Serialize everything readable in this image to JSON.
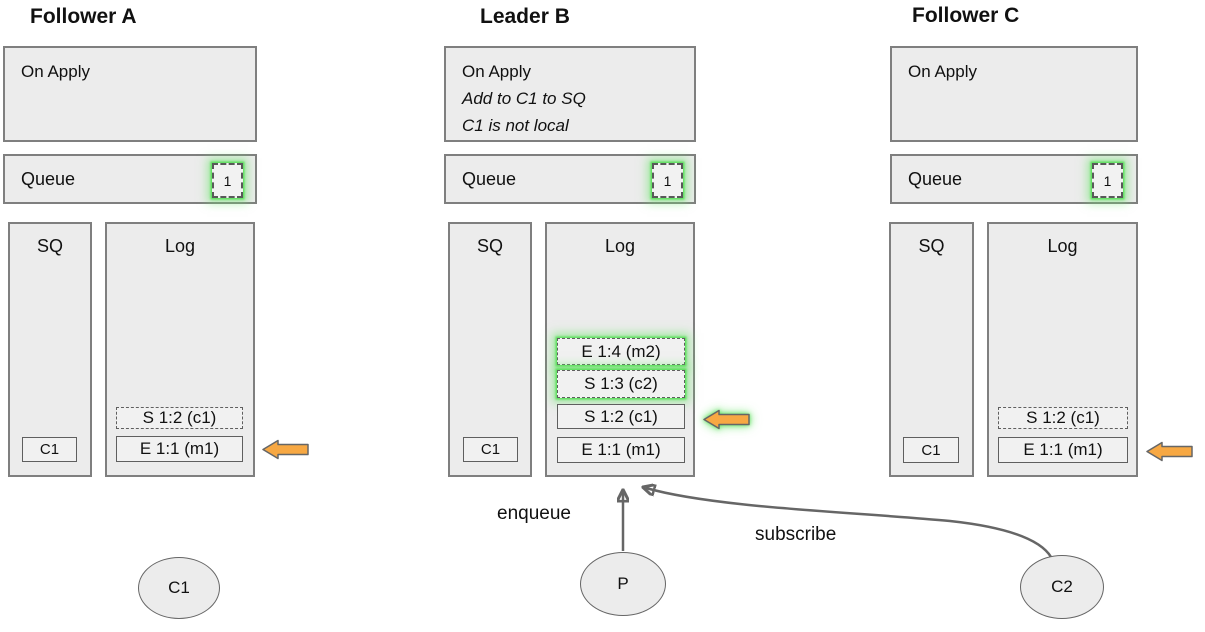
{
  "diagram": {
    "columns": [
      {
        "title": "Follower A",
        "on_apply": {
          "label": "On Apply"
        },
        "queue": {
          "label": "Queue",
          "count": "1"
        },
        "sq": {
          "label": "SQ",
          "item": "C1"
        },
        "log": {
          "label": "Log",
          "entries": {
            "s12": "S 1:2 (c1)",
            "e11": "E 1:1 (m1)"
          },
          "pointer_at": "E 1:1 (m1)"
        }
      },
      {
        "title": "Leader B",
        "on_apply": {
          "label": "On Apply",
          "note1": "Add to C1 to SQ",
          "note2": "C1 is not local"
        },
        "queue": {
          "label": "Queue",
          "count": "1"
        },
        "sq": {
          "label": "SQ",
          "item": "C1"
        },
        "log": {
          "label": "Log",
          "entries": {
            "e14": "E 1:4 (m2)",
            "s13": "S 1:3 (c2)",
            "s12": "S 1:2 (c1)",
            "e11": "E 1:1 (m1)"
          },
          "pointer_at": "S 1:2 (c1)",
          "highlighted": [
            "E 1:4 (m2)",
            "S 1:3 (c2)"
          ]
        }
      },
      {
        "title": "Follower C",
        "on_apply": {
          "label": "On Apply"
        },
        "queue": {
          "label": "Queue",
          "count": "1"
        },
        "sq": {
          "label": "SQ",
          "item": "C1"
        },
        "log": {
          "label": "Log",
          "entries": {
            "s12": "S 1:2 (c1)",
            "e11": "E 1:1 (m1)"
          },
          "pointer_at": "E 1:1 (m1)"
        }
      }
    ],
    "actors": {
      "c1": "C1",
      "p": "P",
      "c2": "C2"
    },
    "edge_labels": {
      "enqueue": "enqueue",
      "subscribe": "subscribe"
    },
    "colors": {
      "pointer_arrow_fill": "#F7A843",
      "pointer_arrow_stroke": "#666666",
      "highlight_glow": "#55DD55",
      "box_fill": "#ECECEC",
      "box_border": "#7F7F7F",
      "entry_border": "#5F5F5F",
      "connector": "#666666"
    }
  }
}
